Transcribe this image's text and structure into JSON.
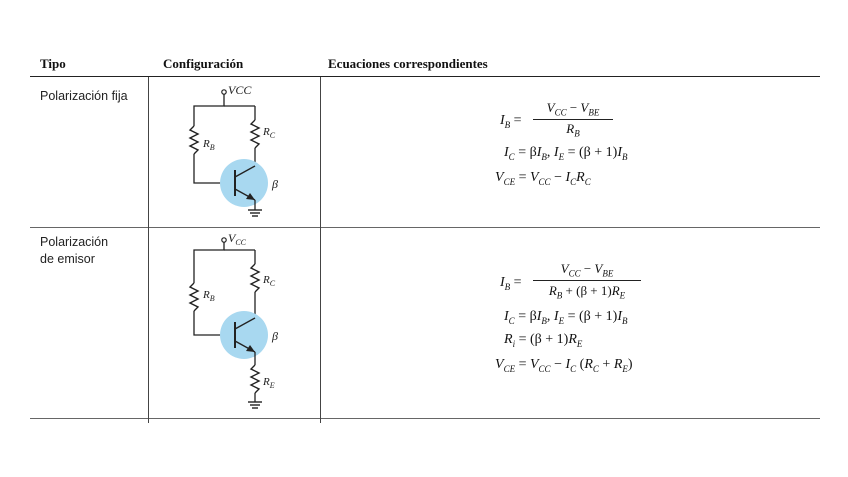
{
  "headers": {
    "tipo": "Tipo",
    "configuracion": "Configuración",
    "ecuaciones": "Ecuaciones correspondientes"
  },
  "rows": [
    {
      "tipo_lines": [
        "Polarización fija"
      ],
      "circuit": {
        "supply": "VCC",
        "base_resistor": "RB",
        "collector_resistor": "RC",
        "beta": "β"
      },
      "equations": [
        "IB = (VCC − VBE) / RB",
        "IC = βIB, IE = (β + 1)IB",
        "VCE = VCC − IC RC"
      ]
    },
    {
      "tipo_lines": [
        "Polarización",
        "de emisor"
      ],
      "circuit": {
        "supply": "VCC",
        "base_resistor": "RB",
        "collector_resistor": "RC",
        "emitter_resistor": "RE",
        "beta": "β"
      },
      "equations": [
        "IB = (VCC − VBE) / (RB + (β + 1)RE)",
        "IC = βIB, IE = (β + 1)IB",
        "Ri = (β + 1)RE",
        "VCE = VCC − IC (RC + RE)"
      ]
    }
  ],
  "colors": {
    "transistor_fill": "#a8d8f0",
    "ink": "#222222"
  }
}
